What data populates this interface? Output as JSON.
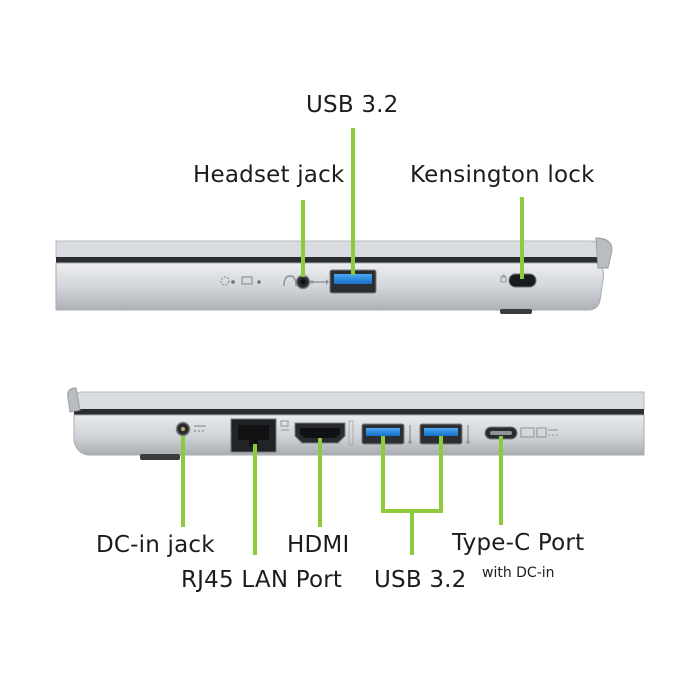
{
  "labels": {
    "usb_top": "USB 3.2",
    "headset_jack": "Headset jack",
    "kensington_lock": "Kensington lock",
    "dc_in_jack": "DC-in jack",
    "rj45": "RJ45 LAN Port",
    "hdmi": "HDMI",
    "usb_bottom": "USB 3.2",
    "type_c": "Type-C Port",
    "type_c_sub": "with DC-in"
  },
  "colors": {
    "callout": "#8ccc3c",
    "usb_port": "#1f8fe6",
    "chassis": "#c9cbcf",
    "text": "#1c1c1c"
  }
}
